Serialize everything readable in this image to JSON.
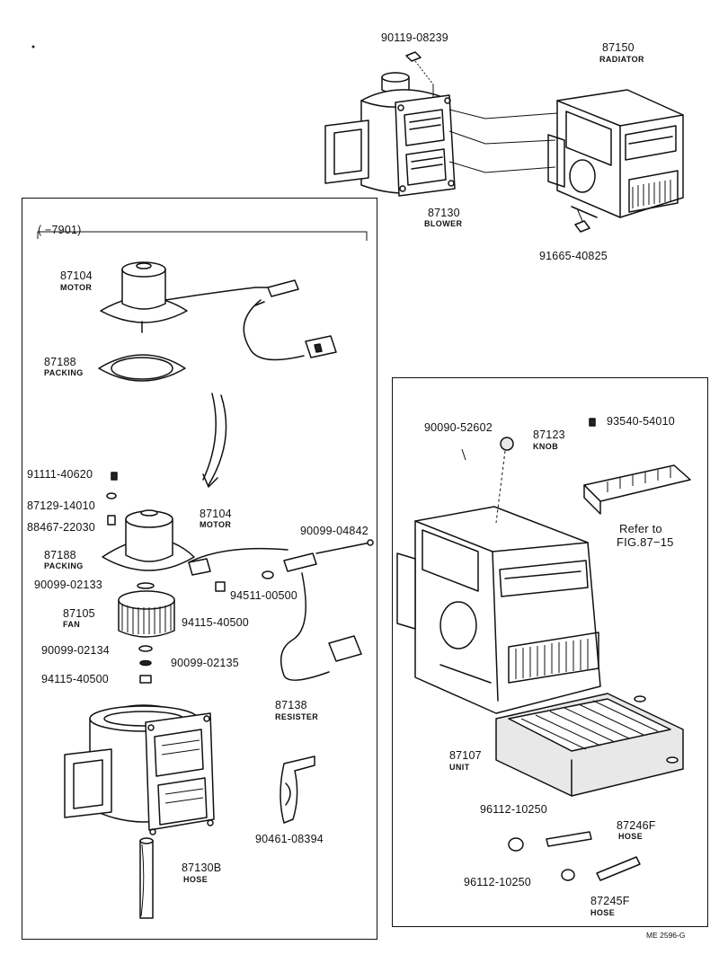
{
  "footer_code": "ME 2596-G",
  "box_left_bracket": "(        −7901)",
  "labels": {
    "p90119": "90119-08239",
    "p87150": "87150",
    "p87150_sub": "RADIATOR",
    "p87130": "87130",
    "p87130_sub": "BLOWER",
    "p91665": "91665-40825",
    "p87104a": "87104",
    "p87104a_sub": "MOTOR",
    "p87188a": "87188",
    "p87188a_sub": "PACKING",
    "p91111": "91111-40620",
    "p87129": "87129-14010",
    "p88467": "88467-22030",
    "p87104b": "87104",
    "p87104b_sub": "MOTOR",
    "p87188b": "87188",
    "p87188b_sub": "PACKING",
    "p90099_04842": "90099-04842",
    "p90099_02133": "90099-02133",
    "p94511": "94511-00500",
    "p87105": "87105",
    "p87105_sub": "FAN",
    "p94115a": "94115-40500",
    "p90099_02134": "90099-02134",
    "p90099_02135": "90099-02135",
    "p94115b": "94115-40500",
    "p87138": "87138",
    "p87138_sub": "RESISTER",
    "p90461": "90461-08394",
    "p87130b": "87130B",
    "p87130b_sub": "HOSE",
    "p90090": "90090-52602",
    "p87123": "87123",
    "p87123_sub": "KNOB",
    "p93540": "93540-54010",
    "refer_to": "Refer to",
    "refer_fig": "FIG.87−15",
    "p87107": "87107",
    "p87107_sub": "UNIT",
    "p96112a": "96112-10250",
    "p87246f": "87246F",
    "p87246f_sub": "HOSE",
    "p96112b": "96112-10250",
    "p87245f": "87245F",
    "p87245f_sub": "HOSE"
  }
}
